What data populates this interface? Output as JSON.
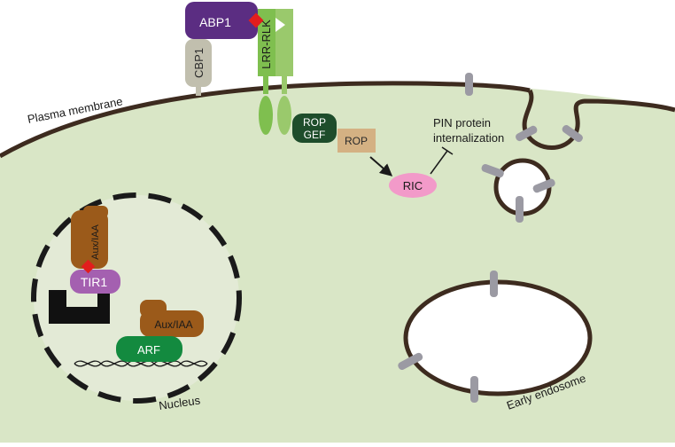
{
  "labels": {
    "plasma_membrane": "Plasma membrane",
    "abp1": "ABP1",
    "cbp1": "CBP1",
    "lrr_rlk": "LRR-RLK",
    "rop_gef_line1": "ROP",
    "rop_gef_line2": "GEF",
    "rop": "ROP",
    "ric": "RIC",
    "pin_line1": "PIN protein",
    "pin_line2": "internalization",
    "aux_iaa_nuclear": "Aux/IAA",
    "tir1": "TIR1",
    "aux_iaa_arf": "Aux/IAA",
    "arf": "ARF",
    "nucleus": "Nucleus",
    "early_endosome": "Early endosome"
  },
  "colors": {
    "cytoplasm": "#d9e6c6",
    "membrane": "#3d2b1f",
    "abp1": "#5b2d82",
    "cbp1": "#c1bfae",
    "lrr_rlk_dark": "#7fbf4f",
    "lrr_rlk_light": "#9ac96c",
    "auxin": "#e21d1d",
    "rop_gef": "#1e4d2b",
    "rop": "#d4b183",
    "ric": "#f29ac9",
    "pin": "#9b9aa3",
    "aux_iaa": "#9b5a1a",
    "tir1": "#a460b0",
    "arf": "#138a3f",
    "nucleus_fill": "#e3ead6"
  }
}
